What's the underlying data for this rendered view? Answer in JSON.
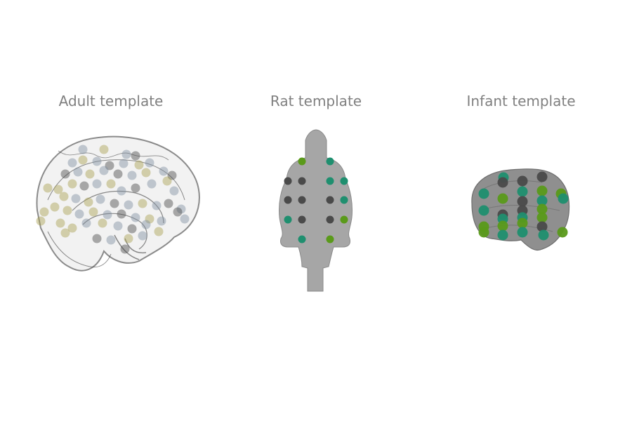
{
  "panels": [
    {
      "id": "adult",
      "title": "Adult template",
      "image": "adult-brain-sagittal"
    },
    {
      "id": "rat",
      "title": "Rat template",
      "image": "rat-brain-dorsal"
    },
    {
      "id": "infant",
      "title": "Infant template",
      "image": "infant-brain-lateral"
    }
  ],
  "colors": {
    "title_text": "#808080",
    "brain_gray": "#9a9a9a",
    "electrode_dark": "#4a4a4a",
    "electrode_teal": "#1f8f6f",
    "electrode_green": "#5a9a1a",
    "electrode_olive": "#a8a050",
    "electrode_slate": "#7f8f9f"
  }
}
